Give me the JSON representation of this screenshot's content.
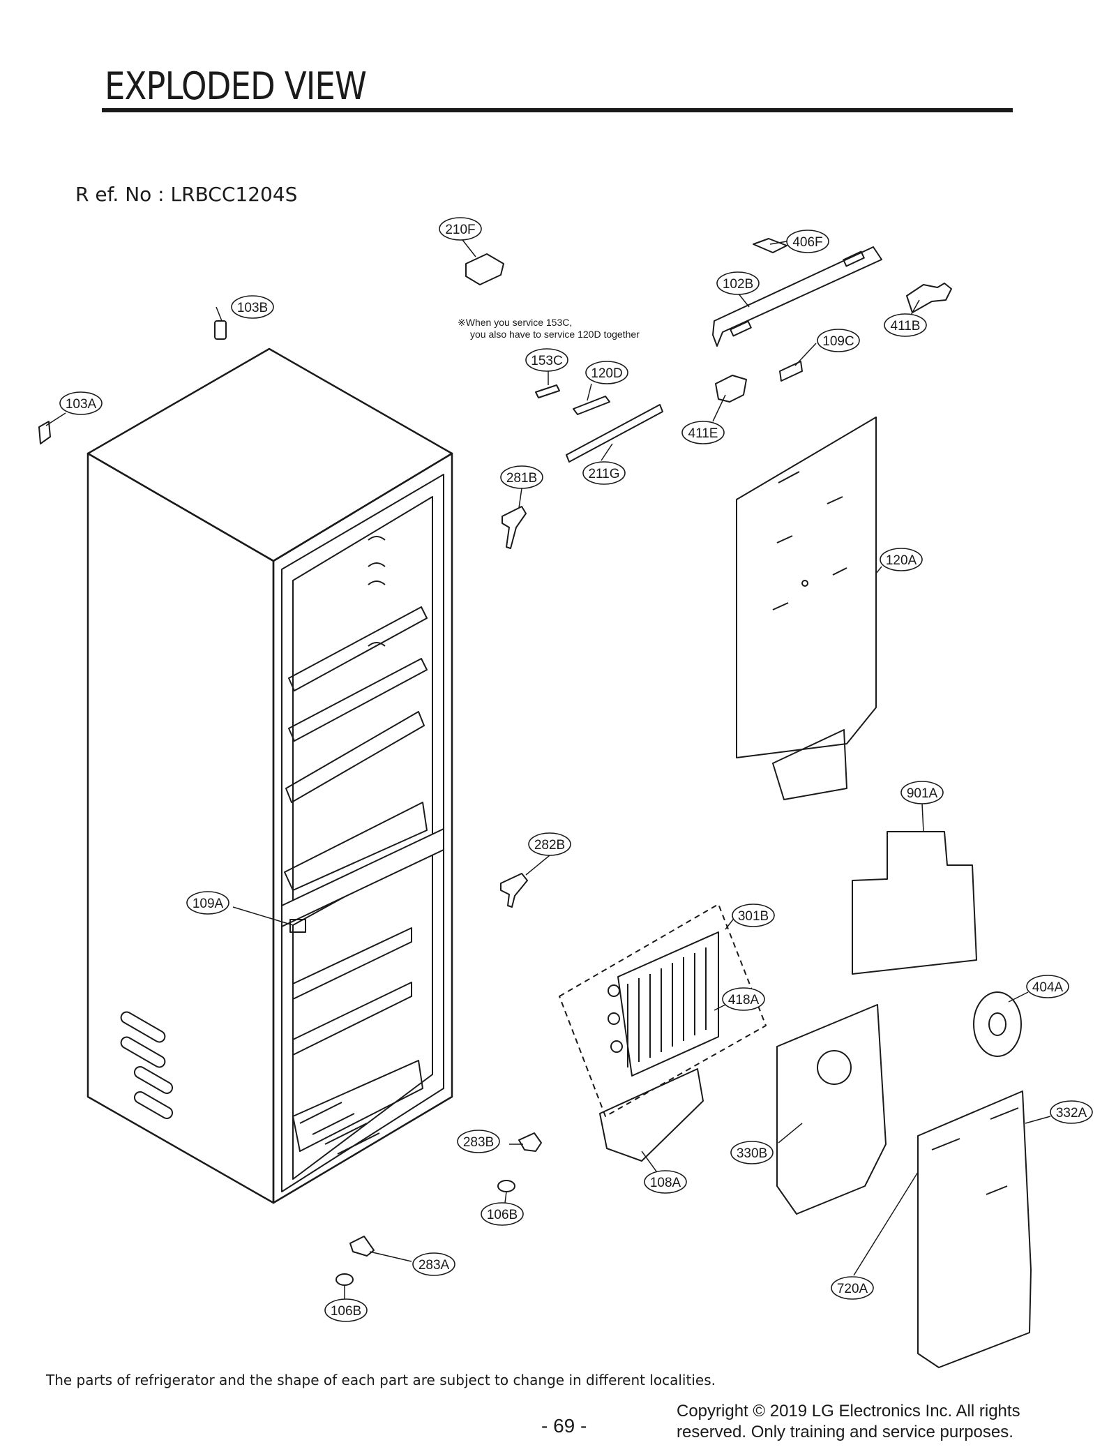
{
  "header": {
    "title": "EXPLODED VIEW",
    "ref_no": "R ef.  No : LRBCC1204S"
  },
  "service_note": {
    "line1": "※When you service 153C,",
    "line2": "you also have to service 120D together"
  },
  "callouts": [
    {
      "id": "c-210F",
      "label": "210F"
    },
    {
      "id": "c-406F",
      "label": "406F"
    },
    {
      "id": "c-102B",
      "label": "102B"
    },
    {
      "id": "c-411B",
      "label": "411B"
    },
    {
      "id": "c-103B",
      "label": "103B"
    },
    {
      "id": "c-109C",
      "label": "109C"
    },
    {
      "id": "c-153C",
      "label": "153C"
    },
    {
      "id": "c-120D",
      "label": "120D"
    },
    {
      "id": "c-103A",
      "label": "103A"
    },
    {
      "id": "c-411E",
      "label": "411E"
    },
    {
      "id": "c-281B",
      "label": "281B"
    },
    {
      "id": "c-211G",
      "label": "211G"
    },
    {
      "id": "c-120A",
      "label": "120A"
    },
    {
      "id": "c-901A",
      "label": "901A"
    },
    {
      "id": "c-282B",
      "label": "282B"
    },
    {
      "id": "c-109A",
      "label": "109A"
    },
    {
      "id": "c-301B",
      "label": "301B"
    },
    {
      "id": "c-404A",
      "label": "404A"
    },
    {
      "id": "c-418A",
      "label": "418A"
    },
    {
      "id": "c-332A",
      "label": "332A"
    },
    {
      "id": "c-283B",
      "label": "283B"
    },
    {
      "id": "c-330B",
      "label": "330B"
    },
    {
      "id": "c-108A",
      "label": "108A"
    },
    {
      "id": "c-106B-upper",
      "label": "106B"
    },
    {
      "id": "c-720A",
      "label": "720A"
    },
    {
      "id": "c-283A",
      "label": "283A"
    },
    {
      "id": "c-106B-lower",
      "label": "106B"
    }
  ],
  "footer": {
    "disclaimer": "The parts of refrigerator and the shape of each part are subject to change in different localities.",
    "page_number": "- 69 -",
    "copyright_line1": "Copyright © 2019 LG Electronics Inc. All rights",
    "copyright_line2": "reserved. Only training and service purposes."
  }
}
